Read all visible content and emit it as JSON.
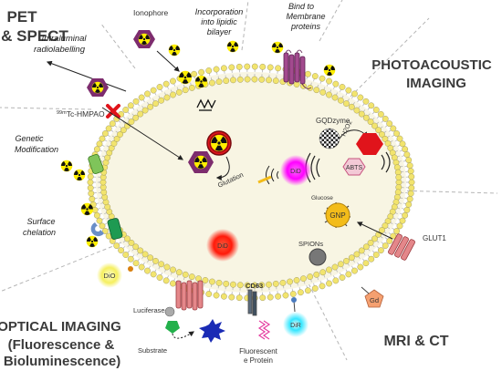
{
  "sections": {
    "pet_spect": [
      "PET",
      "& SPECT"
    ],
    "photoacoustic": [
      "PHOTOACOUSTIC",
      "IMAGING"
    ],
    "optical": [
      "OPTICAL IMAGING",
      "(Fluorescence &",
      "Bioluminescence)"
    ],
    "mri_ct": "MRI & CT"
  },
  "strategies": {
    "intraluminal": [
      "Intraluminal",
      "radiolabelling"
    ],
    "incorporation": [
      "Incorporation",
      "into lipidic",
      "bilayer"
    ],
    "bind_membrane": [
      "Bind to",
      "Membrane",
      "proteins"
    ],
    "genetic": [
      "Genetic",
      "Modification"
    ],
    "surface": [
      "Surface",
      "chelation"
    ]
  },
  "labels": {
    "ionophore": "Ionophore",
    "hmpao_sup": "99m",
    "hmpao": "Tc-HMPAO",
    "glutation": "Glutation",
    "gqdzyme": "GQDzyme",
    "h2o2": "H2O2",
    "abts": "ABTS",
    "glucose": "Glucose",
    "gnp": "GNP",
    "spions": "SPIONs",
    "glut1": "GLUT1",
    "dio": "DiO",
    "did": "DiD",
    "dir": "DiR",
    "gd": "Gd",
    "cd63": "CD63",
    "luciferase": "Luciferase",
    "substrate": "Substrate",
    "fluorescent_protein": [
      "Fluorescent",
      "e Protein"
    ]
  },
  "colors": {
    "section_text": "#3b3b3b",
    "membrane_head": "#f2e46e",
    "membrane_tail": "#b8b8b8",
    "lumen": "#f8f5e3",
    "radiation_yellow": "#ffee00",
    "ligand_purple": "#7d2c6e",
    "fluor_magenta": "#ff00ff",
    "fluor_red": "#ff2a1a",
    "dir_cyan": "#33e6ff",
    "gnp_gold": "#f3bc1a",
    "gd_orange": "#f5a070",
    "h2o2_red": "#e0141b"
  }
}
